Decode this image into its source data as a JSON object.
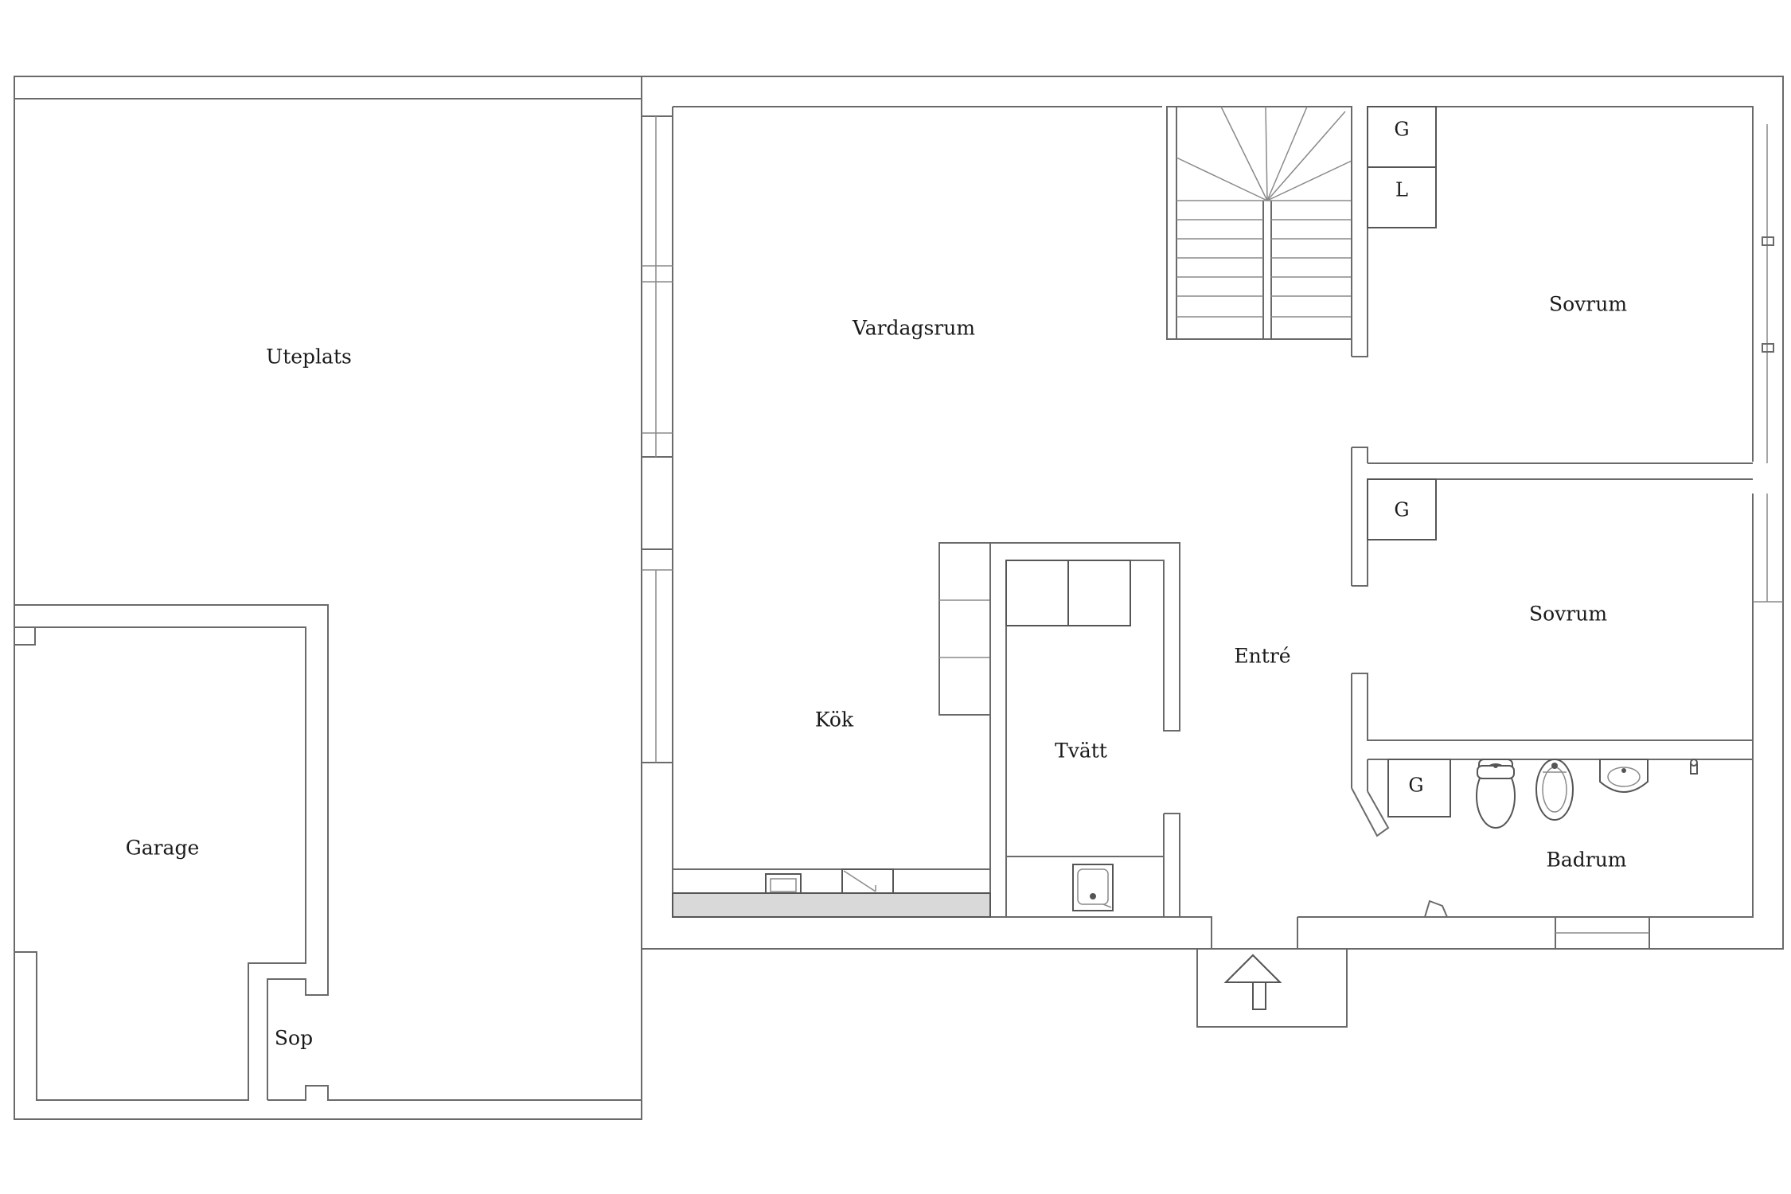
{
  "rooms": {
    "uteplats": "Uteplats",
    "vardagsrum": "Vardagsrum",
    "sovrum_upper": "Sovrum",
    "sovrum_lower": "Sovrum",
    "kok": "Kök",
    "entre": "Entré",
    "tvatt": "Tvätt",
    "badrum": "Badrum",
    "garage": "Garage",
    "sop": "Sop"
  },
  "cabinets": {
    "g_upper": "G",
    "l_upper": "L",
    "g_middle": "G",
    "g_bath": "G"
  },
  "icons": {
    "entrance": "entrance-arrow-icon",
    "toilet": "toilet-icon",
    "bidet": "bidet-icon",
    "washbasin": "washbasin-icon",
    "sink": "sink-icon",
    "stove": "stove-icon",
    "laundry_sink": "laundry-sink-icon",
    "staircase": "staircase-icon"
  }
}
